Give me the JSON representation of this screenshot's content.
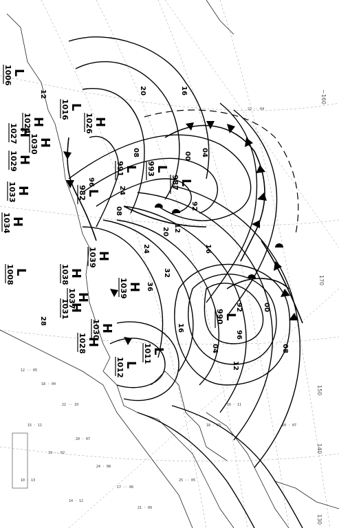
{
  "map": {
    "type": "surface-analysis",
    "orientation": "rotated-90",
    "isobar_labels": [
      {
        "id": "iso-1",
        "text": "20"
      },
      {
        "id": "iso-2",
        "text": "16"
      },
      {
        "id": "iso-3",
        "text": "12"
      },
      {
        "id": "iso-4",
        "text": "08"
      },
      {
        "id": "iso-5",
        "text": "04"
      },
      {
        "id": "iso-6",
        "text": "00"
      },
      {
        "id": "iso-7",
        "text": "96"
      },
      {
        "id": "iso-8",
        "text": "92"
      },
      {
        "id": "iso-9",
        "text": "24"
      },
      {
        "id": "iso-10",
        "text": "28"
      },
      {
        "id": "iso-11",
        "text": "32"
      },
      {
        "id": "iso-12",
        "text": "36"
      },
      {
        "id": "iso-13",
        "text": "16"
      },
      {
        "id": "iso-14",
        "text": "12"
      },
      {
        "id": "iso-15",
        "text": "08"
      },
      {
        "id": "iso-16",
        "text": "20"
      },
      {
        "id": "iso-17",
        "text": "24"
      },
      {
        "id": "iso-18",
        "text": "16"
      },
      {
        "id": "iso-19",
        "text": "04"
      },
      {
        "id": "iso-20",
        "text": "00"
      },
      {
        "id": "iso-21",
        "text": "96"
      },
      {
        "id": "iso-22",
        "text": "92"
      },
      {
        "id": "iso-23",
        "text": "08"
      },
      {
        "id": "iso-24",
        "text": "12"
      }
    ],
    "pressure_centers": [
      {
        "id": "c1",
        "type": "L",
        "value": "1006"
      },
      {
        "id": "c2",
        "type": "L",
        "value": "1016"
      },
      {
        "id": "c3",
        "type": "H",
        "value": "1026"
      },
      {
        "id": "c4",
        "type": "H",
        "value": "1027"
      },
      {
        "id": "c5",
        "type": "H",
        "value": "1024"
      },
      {
        "id": "c6",
        "type": "H",
        "value": "1029"
      },
      {
        "id": "c7",
        "type": "H",
        "value": "1030"
      },
      {
        "id": "c8",
        "type": "H",
        "value": "1033"
      },
      {
        "id": "c9",
        "type": "L",
        "value": "991"
      },
      {
        "id": "c10",
        "type": "L",
        "value": "993"
      },
      {
        "id": "c11",
        "type": "L",
        "value": "982"
      },
      {
        "id": "c12",
        "type": "L",
        "value": "987"
      },
      {
        "id": "c13",
        "type": "H",
        "value": "1034"
      },
      {
        "id": "c14",
        "type": "L",
        "value": "1008"
      },
      {
        "id": "c15",
        "type": "H",
        "value": "1038"
      },
      {
        "id": "c16",
        "type": "H",
        "value": "1039"
      },
      {
        "id": "c17",
        "type": "H",
        "value": "1037"
      },
      {
        "id": "c18",
        "type": "H",
        "value": "1031"
      },
      {
        "id": "c19",
        "type": "H",
        "value": "1039"
      },
      {
        "id": "c20",
        "type": "H",
        "value": "1030"
      },
      {
        "id": "c21",
        "type": "H",
        "value": "1028"
      },
      {
        "id": "c22",
        "type": "L",
        "value": "1012"
      },
      {
        "id": "c23",
        "type": "L",
        "value": "1011"
      },
      {
        "id": "c24",
        "type": "L",
        "value": "990"
      }
    ],
    "longitude_labels": [
      {
        "id": "lon1",
        "text": "~160"
      },
      {
        "id": "lon2",
        "text": "170"
      },
      {
        "id": "lon3",
        "text": "150"
      },
      {
        "id": "lon4",
        "text": "140"
      },
      {
        "id": "lon5",
        "text": "130"
      }
    ],
    "colors": {
      "ink": "#000000",
      "grid": "#999999",
      "paper": "#ffffff"
    }
  }
}
